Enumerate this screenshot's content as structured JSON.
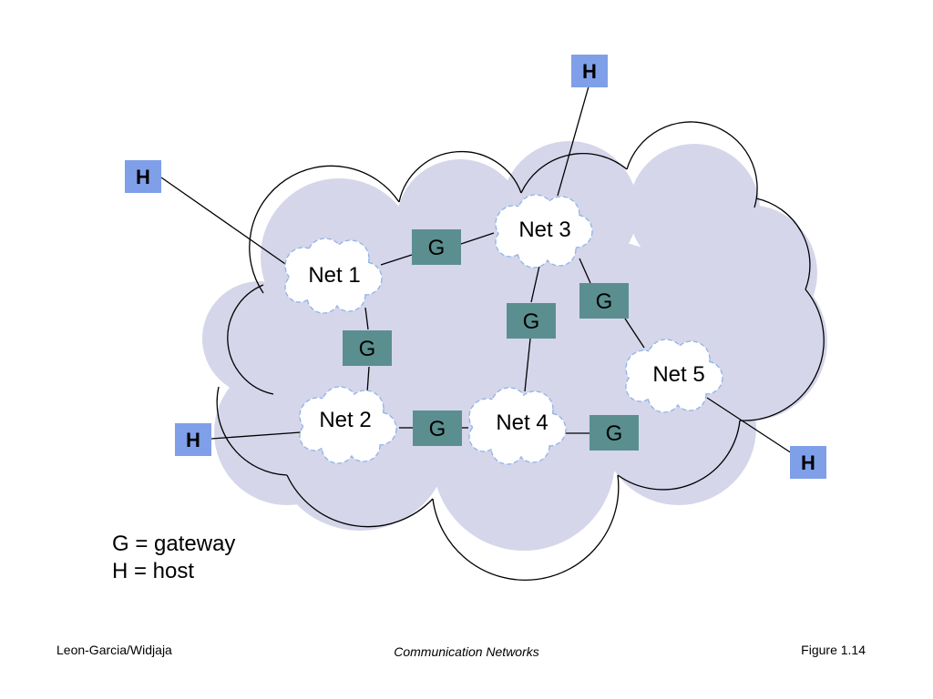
{
  "colors": {
    "cloud_fill": "#d5d6ea",
    "cloud_stroke": "#000000",
    "net_fill": "#ffffff",
    "net_border": "#8fb2e8",
    "gateway_fill": "#5b8f8f",
    "host_fill": "#7f9fe8"
  },
  "networks": [
    {
      "id": "net1",
      "label": "Net 1"
    },
    {
      "id": "net2",
      "label": "Net 2"
    },
    {
      "id": "net3",
      "label": "Net 3"
    },
    {
      "id": "net4",
      "label": "Net 4"
    },
    {
      "id": "net5",
      "label": "Net 5"
    }
  ],
  "gateways": [
    {
      "id": "g13",
      "label": "G",
      "connects": [
        "net1",
        "net3"
      ]
    },
    {
      "id": "g12",
      "label": "G",
      "connects": [
        "net1",
        "net2"
      ]
    },
    {
      "id": "g34",
      "label": "G",
      "connects": [
        "net3",
        "net4"
      ]
    },
    {
      "id": "g35",
      "label": "G",
      "connects": [
        "net3",
        "net5"
      ]
    },
    {
      "id": "g24",
      "label": "G",
      "connects": [
        "net2",
        "net4"
      ]
    },
    {
      "id": "g4x",
      "label": "G",
      "connects": [
        "net4"
      ]
    }
  ],
  "hosts": [
    {
      "id": "h1",
      "label": "H",
      "attached_to": "net1"
    },
    {
      "id": "h2",
      "label": "H",
      "attached_to": "net2"
    },
    {
      "id": "h3",
      "label": "H",
      "attached_to": "net3"
    },
    {
      "id": "h5",
      "label": "H",
      "attached_to": "net5"
    }
  ],
  "legend": {
    "gateway": "G = gateway",
    "host": "H = host"
  },
  "footer": {
    "left": "Leon-Garcia/Widjaja",
    "center": "Communication Networks",
    "right": "Figure 1.14"
  }
}
